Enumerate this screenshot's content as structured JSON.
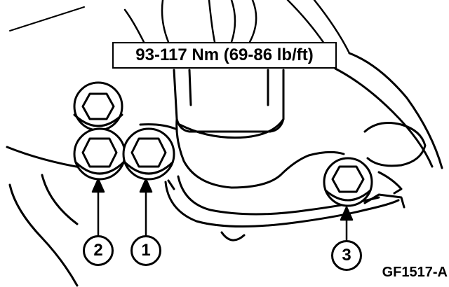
{
  "torque_spec": "93-117 Nm (69-86 lb/ft)",
  "callouts": {
    "one": "1",
    "two": "2",
    "three": "3"
  },
  "figure_code": "GF1517-A",
  "colors": {
    "line": "#000000",
    "background": "#ffffff"
  }
}
